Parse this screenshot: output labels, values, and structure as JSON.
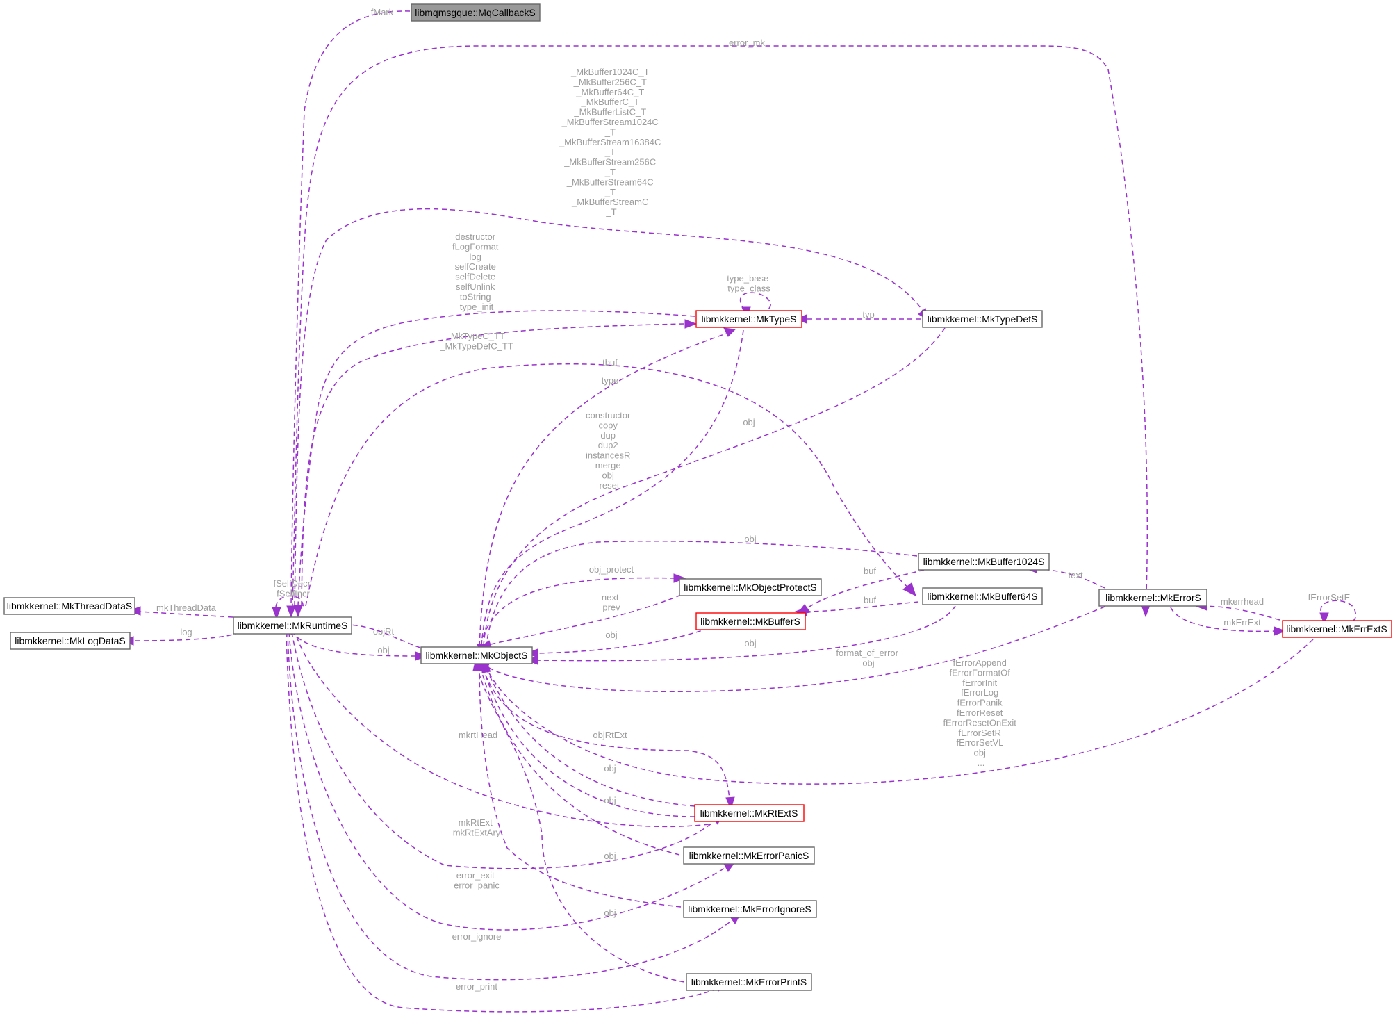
{
  "colors": {
    "edge": "#9a32cd",
    "label": "#9c9c9c",
    "node_border": "#666666",
    "node_border_highlight": "#ff0000",
    "root_fill": "#999999"
  },
  "nodes": {
    "mqcallback": "libmqmsgque::MqCallbackS",
    "runtime": "libmkkernel::MkRuntimeS",
    "threaddata": "libmkkernel::MkThreadDataS",
    "logdata": "libmkkernel::MkLogDataS",
    "object": "libmkkernel::MkObjectS",
    "types": "libmkkernel::MkTypeS",
    "typedef": "libmkkernel::MkTypeDefS",
    "objectprotect": "libmkkernel::MkObjectProtectS",
    "buffer": "libmkkernel::MkBufferS",
    "buffer1024": "libmkkernel::MkBuffer1024S",
    "buffer64": "libmkkernel::MkBuffer64S",
    "error": "libmkkernel::MkErrorS",
    "errext": "libmkkernel::MkErrExtS",
    "rtext": "libmkkernel::MkRtExtS",
    "errorpanic": "libmkkernel::MkErrorPanicS",
    "errorignore": "libmkkernel::MkErrorIgnoreS",
    "errorprint": "libmkkernel::MkErrorPrintS"
  },
  "labels": {
    "fmark": "fMark",
    "error_mk": "error_mk",
    "buffer_types": [
      "_MkBuffer1024C_T",
      "_MkBuffer256C_T",
      "_MkBuffer64C_T",
      "_MkBufferC_T",
      "_MkBufferListC_T",
      "_MkBufferStream1024C",
      "_T",
      "_MkBufferStream16384C",
      "_T",
      "_MkBufferStream256C",
      "_T",
      "_MkBufferStream64C",
      "_T",
      "_MkBufferStreamC",
      "_T"
    ],
    "runtime_funcs": [
      "destructor",
      "fLogFormat",
      "log",
      "selfCreate",
      "selfDelete",
      "selfUnlink",
      "toString",
      "type_init"
    ],
    "mktype_ctt": [
      "_MkTypeC_TT",
      "_MkTypeDefC_TT"
    ],
    "type_self": [
      "type_base",
      "type_class"
    ],
    "typ": "typ",
    "tbuf": "tbuf",
    "type": "type",
    "obj_funcs": [
      "constructor",
      "copy",
      "dup",
      "dup2",
      "instancesR",
      "merge",
      "obj",
      "reset"
    ],
    "obj_typedef": "obj",
    "obj_buffer1024": "obj",
    "fselfdecr": [
      "fSelfDecr",
      "fSelfIncr"
    ],
    "mkthreaddata": "mkThreadData",
    "log": "log",
    "objrt": "objRt",
    "obj_runtime": "obj",
    "obj_protect": "obj_protect",
    "next_prev": [
      "next",
      "prev"
    ],
    "obj_buffers": "obj",
    "buf_1024": "buf",
    "buf_64": "buf",
    "obj_buffer64": "obj",
    "text": "text",
    "mkerrhead": "mkerrhead",
    "mkerrext": "mkErrExt",
    "ferrorsete": "fErrorSetE",
    "format_of_error": [
      "format_of_error",
      "obj"
    ],
    "errext_funcs": [
      "fErrorAppend",
      "fErrorFormatOf",
      "fErrorInit",
      "fErrorLog",
      "fErrorPanik",
      "fErrorReset",
      "fErrorResetOnExit",
      "fErrorSetR",
      "fErrorSetVL",
      "obj",
      "..."
    ],
    "mkrthead": "mkrtHead",
    "objrtext": "objRtExt",
    "obj_rtext1": "obj",
    "obj_rtext2": "obj",
    "mkrtext": [
      "mkRtExt",
      "mkRtExtAry"
    ],
    "obj_panic": "obj",
    "error_exit": [
      "error_exit",
      "error_panic"
    ],
    "obj_ignore": "obj",
    "error_ignore": "error_ignore",
    "error_print": "error_print"
  }
}
